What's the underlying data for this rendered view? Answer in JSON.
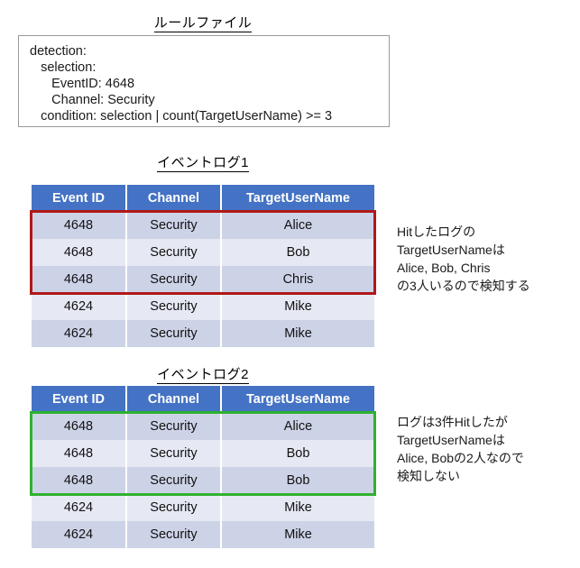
{
  "colors": {
    "header_blue": "#4472C4",
    "row_dark": "#CDD3E7",
    "row_light": "#E6E9F4",
    "highlight_red": "#B01818",
    "highlight_green": "#2FB12F",
    "box_border": "#9A9A9A"
  },
  "rule_section": {
    "title": "ルールファイル",
    "lines": [
      "detection:",
      "   selection:",
      "      EventID: 4648",
      "      Channel: Security",
      "   condition: selection | count(TargetUserName) >= 3"
    ]
  },
  "log1": {
    "title": "イベントログ1",
    "columns": [
      "Event ID",
      "Channel",
      "TargetUserName"
    ],
    "rows": [
      [
        "4648",
        "Security",
        "Alice"
      ],
      [
        "4648",
        "Security",
        "Bob"
      ],
      [
        "4648",
        "Security",
        "Chris"
      ],
      [
        "4624",
        "Security",
        "Mike"
      ],
      [
        "4624",
        "Security",
        "Mike"
      ]
    ],
    "highlight": {
      "color": "#B01818",
      "rows": 3
    },
    "annotation": [
      "Hitしたログの",
      "TargetUserNameは",
      "Alice, Bob, Chris",
      "の3人いるので検知する"
    ]
  },
  "log2": {
    "title": "イベントログ2",
    "columns": [
      "Event ID",
      "Channel",
      "TargetUserName"
    ],
    "rows": [
      [
        "4648",
        "Security",
        "Alice"
      ],
      [
        "4648",
        "Security",
        "Bob"
      ],
      [
        "4648",
        "Security",
        "Bob"
      ],
      [
        "4624",
        "Security",
        "Mike"
      ],
      [
        "4624",
        "Security",
        "Mike"
      ]
    ],
    "highlight": {
      "color": "#2FB12F",
      "rows": 3
    },
    "annotation": [
      "ログは3件Hitしたが",
      "TargetUserNameは",
      "Alice, Bobの2人なので",
      "検知しない"
    ]
  }
}
